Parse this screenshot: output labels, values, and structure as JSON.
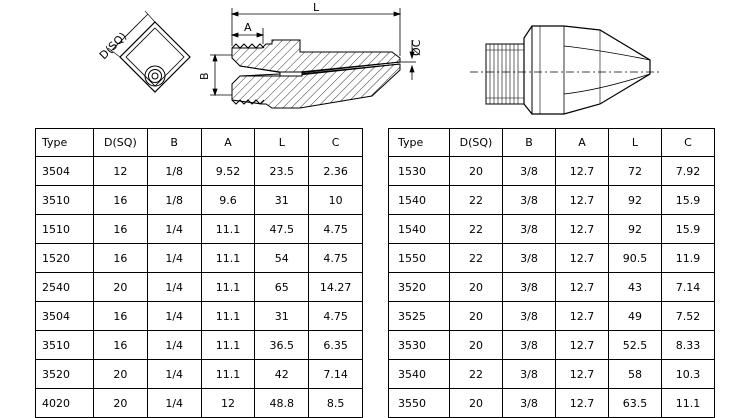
{
  "drawing": {
    "label_dsq": "D(SQ)",
    "label_a": "A",
    "label_l": "L",
    "label_b": "B",
    "label_c": "ØC"
  },
  "table_left": {
    "headers": [
      "Type",
      "D(SQ)",
      "B",
      "A",
      "L",
      "C"
    ],
    "rows": [
      [
        "3504",
        "12",
        "1/8",
        "9.52",
        "23.5",
        "2.36"
      ],
      [
        "3510",
        "16",
        "1/8",
        "9.6",
        "31",
        "10"
      ],
      [
        "1510",
        "16",
        "1/4",
        "11.1",
        "47.5",
        "4.75"
      ],
      [
        "1520",
        "16",
        "1/4",
        "11.1",
        "54",
        "4.75"
      ],
      [
        "2540",
        "20",
        "1/4",
        "11.1",
        "65",
        "14.27"
      ],
      [
        "3504",
        "16",
        "1/4",
        "11.1",
        "31",
        "4.75"
      ],
      [
        "3510",
        "16",
        "1/4",
        "11.1",
        "36.5",
        "6.35"
      ],
      [
        "3520",
        "20",
        "1/4",
        "11.1",
        "42",
        "7.14"
      ],
      [
        "4020",
        "20",
        "1/4",
        "12",
        "48.8",
        "8.5"
      ]
    ]
  },
  "table_right": {
    "headers": [
      "Type",
      "D(SQ)",
      "B",
      "A",
      "L",
      "C"
    ],
    "rows": [
      [
        "1530",
        "20",
        "3/8",
        "12.7",
        "72",
        "7.92"
      ],
      [
        "1540",
        "22",
        "3/8",
        "12.7",
        "92",
        "15.9"
      ],
      [
        "1540",
        "22",
        "3/8",
        "12.7",
        "92",
        "15.9"
      ],
      [
        "1550",
        "22",
        "3/8",
        "12.7",
        "90.5",
        "11.9"
      ],
      [
        "3520",
        "20",
        "3/8",
        "12.7",
        "43",
        "7.14"
      ],
      [
        "3525",
        "20",
        "3/8",
        "12.7",
        "49",
        "7.52"
      ],
      [
        "3530",
        "20",
        "3/8",
        "12.7",
        "52.5",
        "8.33"
      ],
      [
        "3540",
        "22",
        "3/8",
        "12.7",
        "58",
        "10.3"
      ],
      [
        "3550",
        "20",
        "3/8",
        "12.7",
        "63.5",
        "11.1"
      ]
    ]
  }
}
